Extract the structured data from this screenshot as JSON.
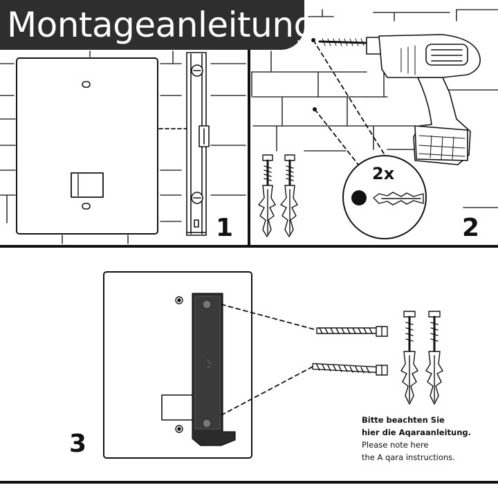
{
  "title": "Montageanleitung",
  "steps": {
    "one": "1",
    "two": "2",
    "three": "3"
  },
  "callout": {
    "quantity": "2x"
  },
  "note": {
    "line1": "Bitte beachten Sie",
    "line2": "hier die Aqaraanleitung.",
    "line3": "Please note here",
    "line4": "the A qara instructions."
  },
  "colors": {
    "title_background": "#2e2e2e",
    "title_text": "#ffffff",
    "ink": "#111111",
    "bracket": "#2b2b2b"
  },
  "icons": [
    "drill-icon",
    "wall-plug-icon",
    "screw-icon",
    "spirit-level-icon",
    "mounting-bracket-icon"
  ]
}
